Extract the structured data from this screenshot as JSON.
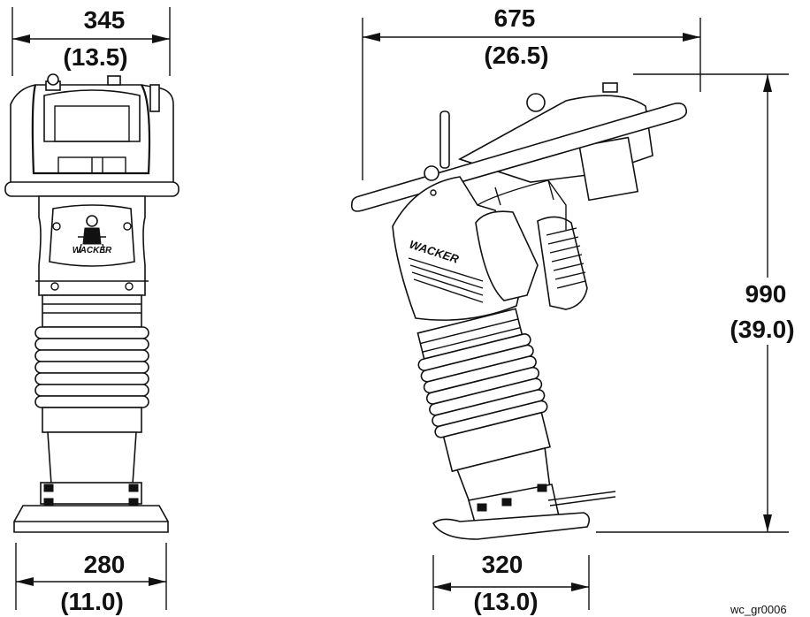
{
  "dimensions": {
    "front_width": {
      "mm": "345",
      "in": "(13.5)"
    },
    "front_base": {
      "mm": "280",
      "in": "(11.0)"
    },
    "side_length": {
      "mm": "675",
      "in": "(26.5)"
    },
    "side_height": {
      "mm": "990",
      "in": "(39.0)"
    },
    "side_base": {
      "mm": "320",
      "in": "(13.0)"
    }
  },
  "front_logo": "WACKER",
  "side_logo": "WACKER",
  "figure_ref": "wc_gr0006"
}
